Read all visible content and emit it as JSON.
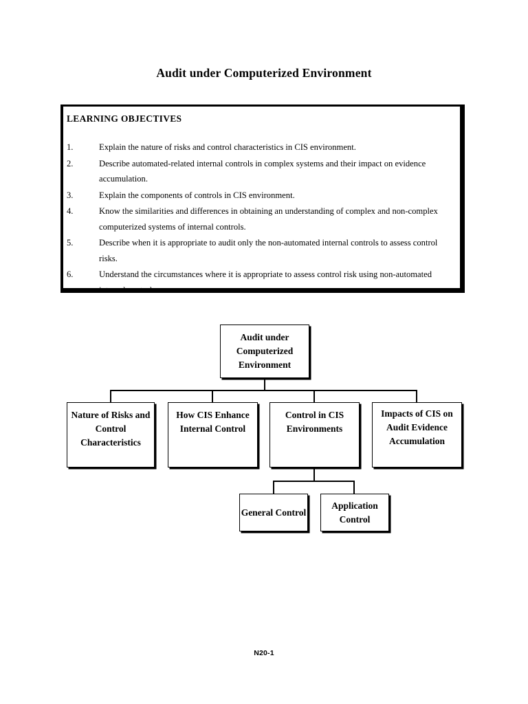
{
  "document": {
    "title": "Audit under Computerized Environment",
    "footer": "N20-1"
  },
  "learning_objectives": {
    "heading": "LEARNING OBJECTIVES",
    "items": [
      {
        "number": "1.",
        "text": "Explain the nature of risks and control characteristics in CIS environment."
      },
      {
        "number": "2.",
        "text": "Describe automated-related internal controls in complex systems and their impact on evidence accumulation."
      },
      {
        "number": "3.",
        "text": "Explain the components of controls in CIS environment."
      },
      {
        "number": "4.",
        "text": "Know the similarities and differences in obtaining an understanding of complex and non-complex computerized systems of internal controls."
      },
      {
        "number": "5.",
        "text": "Describe when it is appropriate to audit only the non-automated internal controls to assess control risks."
      },
      {
        "number": "6.",
        "text": "Understand the circumstances where it is appropriate to assess control risk using non-automated internal controls."
      }
    ]
  },
  "org_chart": {
    "root": "Audit under Computerized Environment",
    "level2": [
      "Nature of Risks and Control Characteristics",
      "How CIS Enhance Internal Control",
      "Control in CIS Environments",
      "Impacts of CIS on Audit Evidence Accumulation"
    ],
    "level3": [
      "General Control",
      "Application Control"
    ]
  },
  "colors": {
    "ink": "#000000",
    "page": "#ffffff"
  }
}
